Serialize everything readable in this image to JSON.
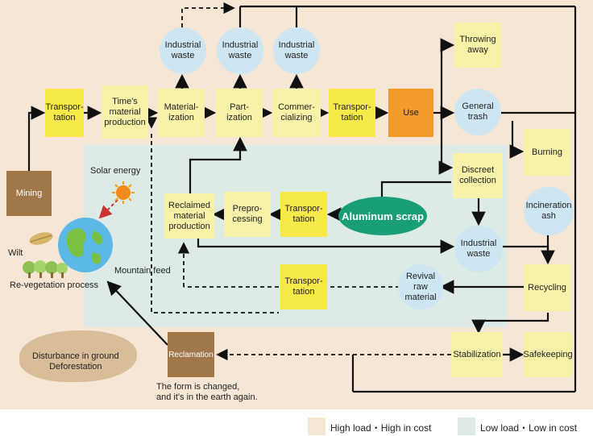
{
  "nodes": {
    "industrial_waste_1": "Industrial\nwaste",
    "industrial_waste_2": "Industrial\nwaste",
    "industrial_waste_3": "Industrial\nwaste",
    "throwing_away": "Throwing\naway",
    "transportation_1": "Transpor-\ntation",
    "times_material_production": "Time's\nmaterial\nproduction",
    "materialization": "Material-\nization",
    "partization": "Part-\nization",
    "commercializing": "Commer-\ncializing",
    "transportation_2": "Transpor-\ntation",
    "use": "Use",
    "general_trash": "General\ntrash",
    "burning": "Burning",
    "discreet_collection": "Discreet\ncollection",
    "incineration_ash": "Incineration\nash",
    "mining": "Mining",
    "solar_energy": "Solar energy",
    "reclaimed_material_production": "Reclaimed\nmaterial\nproduction",
    "preprocessing": "Prepro-\ncessing",
    "transportation_3": "Transpor-\ntation",
    "aluminum_scrap": "Aluminum scrap",
    "industrial_waste_4": "Industrial\nwaste",
    "wilt": "Wilt",
    "revegetation": "Re-vegetation process",
    "mountain_feed": "Mountain feed",
    "transportation_4": "Transpor-\ntation",
    "revival_raw_material": "Revival\nraw\nmaterial",
    "recycling": "Recycling",
    "disturbance": "Disturbance in ground\nDeforestation",
    "reclamation": "Reclamation",
    "stabilization": "Stabilization",
    "safekeeping": "Safekeeping",
    "earth_note": "The form is changed,\nand it's in the earth again."
  },
  "legend": {
    "high": "High load・High in cost",
    "low": "Low load・Low in cost"
  },
  "colors": {
    "high_load_bg": "#f5e6d6",
    "low_load_bg": "#dcebe6",
    "process_box": "#f7e94a",
    "pale_box": "#f8f2a8",
    "waste_circle": "#cde6f2",
    "earth_box": "#a0784a",
    "use_box": "#f39a2b",
    "scrap_ellipse": "#1a9e77"
  }
}
